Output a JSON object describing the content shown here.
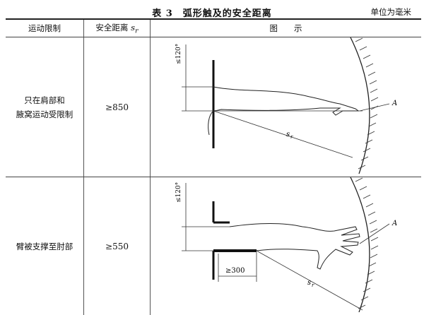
{
  "caption": {
    "title": "表 3　弧形触及的安全距离",
    "unit": "单位为毫米"
  },
  "table": {
    "headers": {
      "col1": "运动限制",
      "col2": "安全距离 ",
      "col2_symbol": "s",
      "col2_sub": "r",
      "col3": "图　　示"
    },
    "rows": [
      {
        "restriction_line1": "只在肩部和",
        "restriction_line2": "腋窝运动受限制",
        "distance": "≥850",
        "figure": {
          "angle_label": "≤120°",
          "point_label": "A",
          "sr_symbol": "s",
          "sr_sub": "r"
        }
      },
      {
        "restriction_line1": "臂被支撑至肘部",
        "distance": "≥550",
        "figure": {
          "angle_label": "≤120°",
          "point_label": "A",
          "sr_symbol": "s",
          "sr_sub": "r",
          "support_label": "≥300"
        }
      }
    ]
  }
}
